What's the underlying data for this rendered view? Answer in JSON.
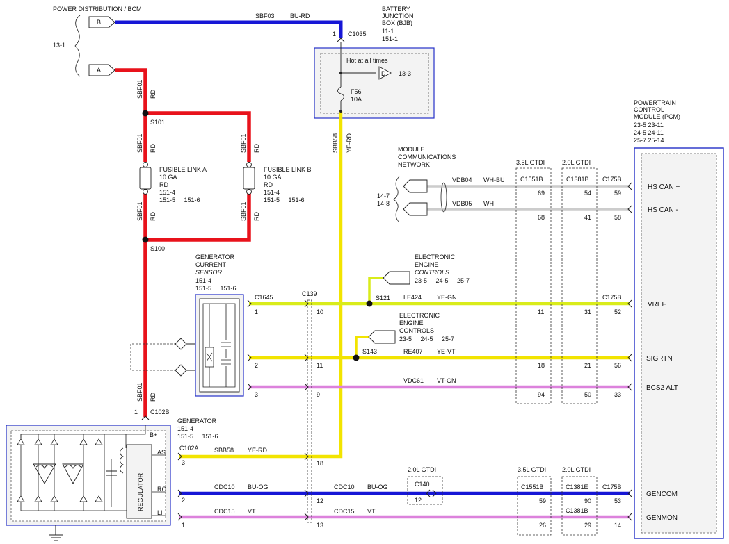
{
  "colors": {
    "red": "#e8121b",
    "blue": "#1616d6",
    "yellow": "#f2e400",
    "yellow_green": "#d9ec1a",
    "violet": "#dc82dc",
    "wire_gray": "#cccccc",
    "border_blue": "#2430c8",
    "box_fill": "#f3f3f3"
  },
  "power_distribution": {
    "title": "POWER DISTRIBUTION / BCM",
    "ref": "13-1",
    "pin_b": "B",
    "pin_a": "A"
  },
  "bjb": {
    "title_lines": [
      "BATTERY",
      "JUNCTION",
      "BOX (BJB)"
    ],
    "refs": [
      "11-1",
      "151-1"
    ],
    "pin": "1",
    "connector": "C1035",
    "hot_label": "Hot at all times",
    "tap_pin": "D",
    "tap_ref": "13-3",
    "fuse": "F56",
    "fuse_rating": "10A"
  },
  "wires": {
    "sbf03": {
      "circuit": "SBF03",
      "color": "BU-RD"
    },
    "sbf01": {
      "circuit": "SBF01",
      "color": "RD"
    },
    "sbb58_vert": {
      "circuit": "SBB58",
      "color": "YE-RD"
    },
    "vdb04": {
      "circuit": "VDB04",
      "color": "WH-BU"
    },
    "vdb05": {
      "circuit": "VDB05",
      "color": "WH"
    },
    "le424": {
      "circuit": "LE424",
      "color": "YE-GN"
    },
    "re407": {
      "circuit": "RE407",
      "color": "YE-VT"
    },
    "vdc61": {
      "circuit": "VDC61",
      "color": "VT-GN"
    },
    "sbb58": {
      "circuit": "SBB58",
      "color": "YE-RD"
    },
    "cdc10": {
      "circuit": "CDC10",
      "color": "BU-OG"
    },
    "cdc15": {
      "circuit": "CDC15",
      "color": "VT"
    }
  },
  "splices": {
    "s101": "S101",
    "s100": "S100",
    "s121": "S121",
    "s143": "S143"
  },
  "fusible_link_a": {
    "lines": [
      "FUSIBLE LINK A",
      "10 GA",
      "RD",
      "151-4",
      "151-5     151-6"
    ]
  },
  "fusible_link_b": {
    "lines": [
      "FUSIBLE LINK B",
      "10 GA",
      "RD",
      "151-4",
      "151-5     151-6"
    ]
  },
  "gen_current_sensor": {
    "lines": [
      "GENERATOR",
      "CURRENT"
    ],
    "italic": "SENSOR",
    "refs": [
      "151-4",
      "151-5     151-6"
    ],
    "connector": "C1645",
    "pins": [
      "1",
      "2",
      "3"
    ]
  },
  "c139": {
    "label": "C139",
    "pins": [
      "10",
      "11",
      "9",
      "18",
      "12",
      "13"
    ]
  },
  "eec1": {
    "lines": [
      "ELECTRONIC",
      "ENGINE"
    ],
    "italic": "CONTROLS",
    "refs": "23-5     24-5     25-7"
  },
  "eec2": {
    "lines": [
      "ELECTRONIC",
      "ENGINE",
      "CONTROLS"
    ],
    "refs": "23-5     24-5     25-7"
  },
  "module_network": {
    "lines": [
      "MODULE",
      "COMMUNICATIONS",
      "NETWORK"
    ],
    "refs": [
      "14-7",
      "14-8"
    ]
  },
  "gtdi35_top": {
    "title": "3.5L GTDI",
    "connector": "C1551B",
    "pins": [
      "69",
      "68",
      "11",
      "18",
      "94"
    ]
  },
  "gtdi20_top": {
    "title": "2.0L GTDI",
    "connector": "C1381B",
    "pins": [
      "54",
      "41",
      "31",
      "21",
      "50"
    ]
  },
  "pcm": {
    "title_lines": [
      "POWERTRAIN",
      "CONTROL",
      "MODULE (PCM)"
    ],
    "refs": [
      "23-5     23-11",
      "24-5     24-11",
      "25-7     25-14"
    ],
    "connector_top": "C175B",
    "connector_bottom": "C175B",
    "pins": [
      "59",
      "58",
      "52",
      "56",
      "33",
      "53",
      "14"
    ],
    "signals": [
      "HS CAN +",
      "HS CAN -",
      "VREF",
      "SIGRTN",
      "BCS2 ALT",
      "GENCOM",
      "GENMON"
    ]
  },
  "generator": {
    "title": "GENERATOR",
    "refs": [
      "151-4",
      "151-5     151-6"
    ],
    "regulator": "REGULATOR",
    "terminals": [
      "B+",
      "AS",
      "RC",
      "LI"
    ],
    "conn_b": "C102B",
    "conn_b_pin": "1",
    "conn_a": "C102A",
    "conn_a_pins": [
      "3",
      "2",
      "1"
    ]
  },
  "c140": {
    "title": "2.0L GTDI",
    "label": "C140",
    "pin": "12"
  },
  "gtdi35_bottom": {
    "title": "3.5L GTDI",
    "connector": "C1551B",
    "pins": [
      "59",
      "26"
    ]
  },
  "gtdi20_bottom": {
    "title": "2.0L GTDI",
    "connector": "C1381E",
    "connector2": "C1381B",
    "pins": [
      "90",
      "29"
    ]
  }
}
